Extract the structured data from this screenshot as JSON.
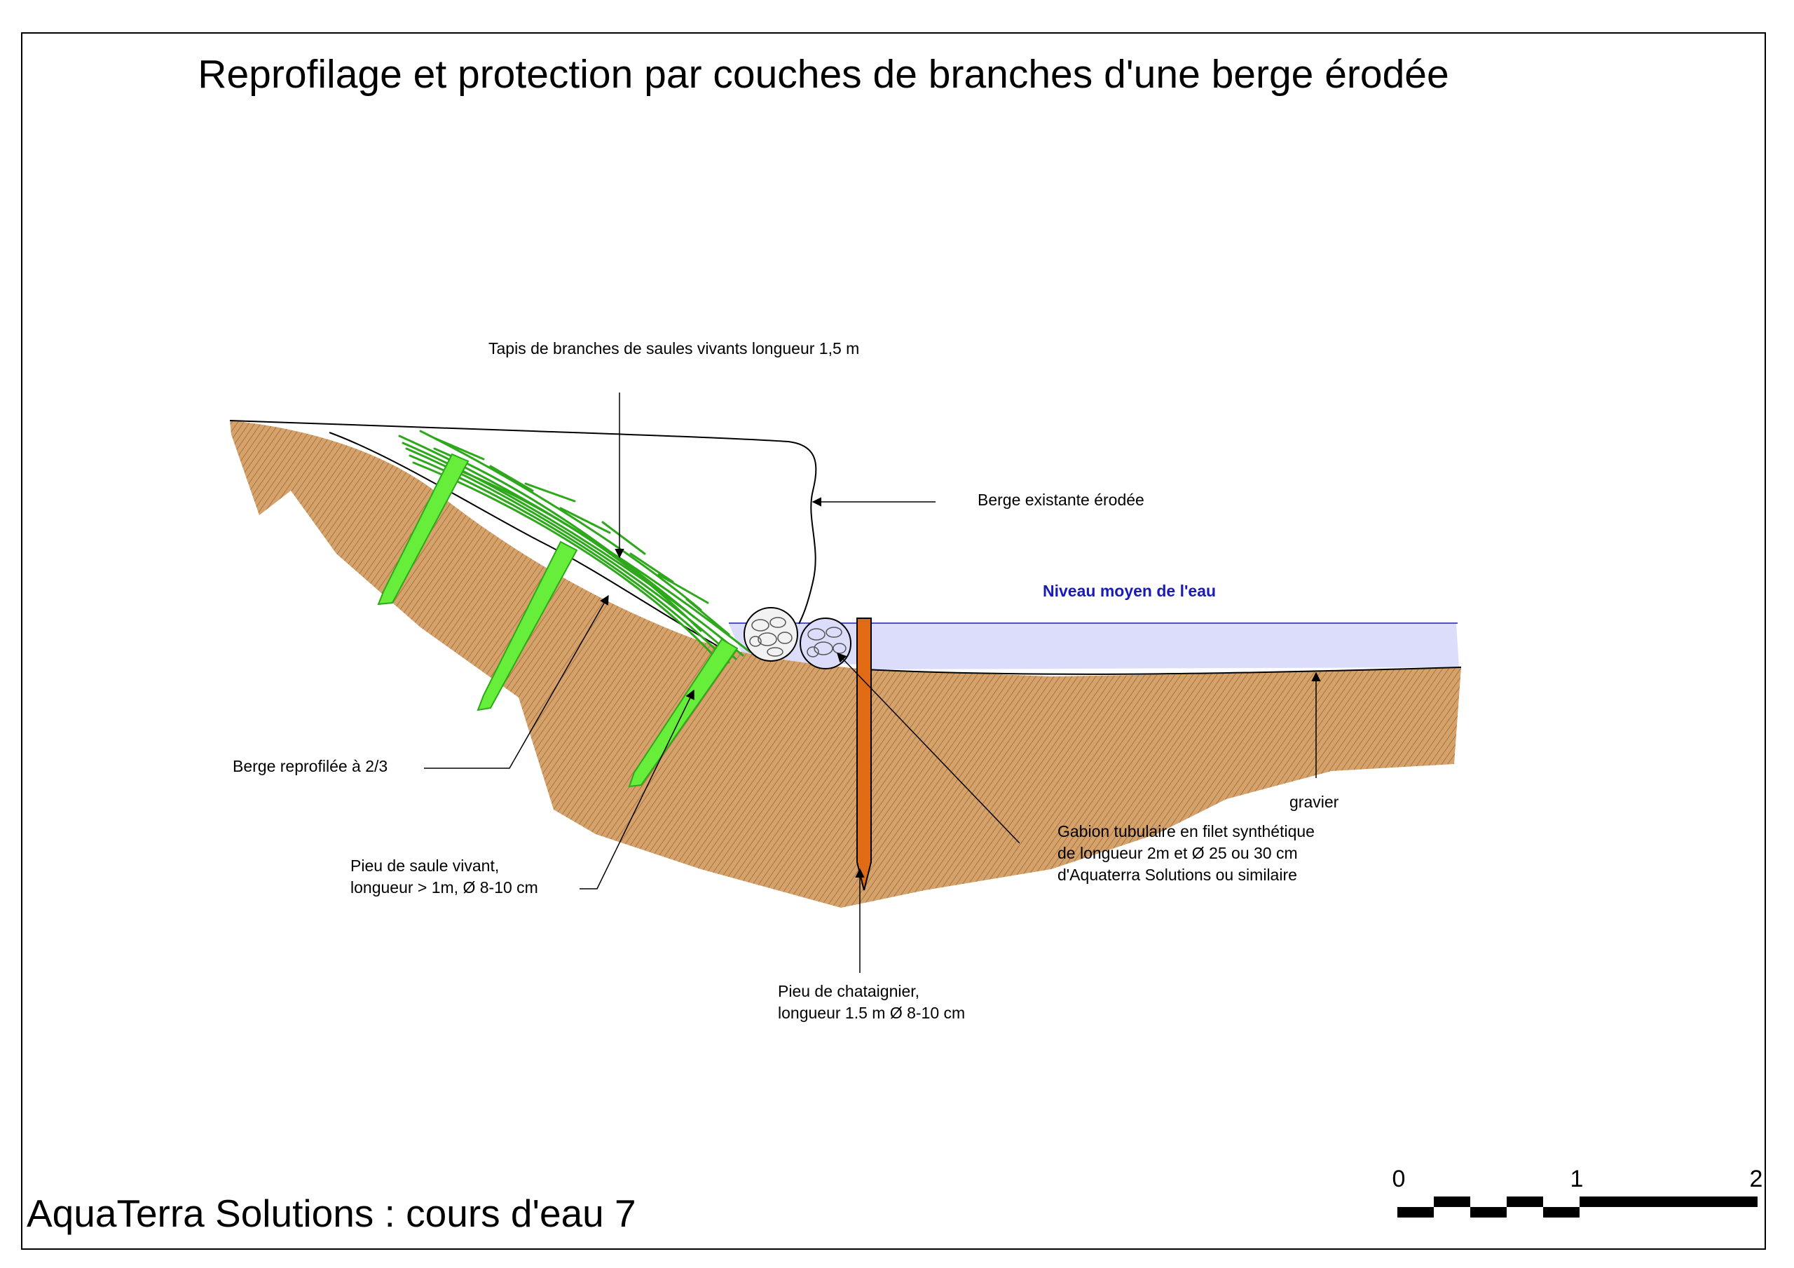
{
  "title": "Reprofilage et protection par couches de branches d'une berge érodée",
  "footer": "AquaTerra Solutions : cours d'eau 7",
  "labels": {
    "tapis": "Tapis de branches de saules vivants longueur 1,5 m",
    "berge_existante": "Berge existante érodée",
    "niveau_eau": "Niveau moyen de l'eau",
    "berge_reprofilee": "Berge reprofilée à 2/3",
    "pieu_saule": [
      "Pieu de saule vivant,",
      "longueur > 1m, Ø 8-10 cm"
    ],
    "gravier": "gravier",
    "gabion": [
      "Gabion tubulaire en filet synthétique",
      "de longueur 2m et Ø 25 ou 30 cm",
      "d'Aquaterra Solutions ou similaire"
    ],
    "pieu_chataignier": [
      "Pieu de chataignier,",
      "longueur 1.5 m Ø 8-10 cm"
    ]
  },
  "scale": {
    "ticks": [
      "0",
      "1",
      "2"
    ]
  },
  "colors": {
    "soil": "#d4a26a",
    "soil_hatch": "#a9743f",
    "willow": "#66ee3a",
    "willow_dark": "#2ea81b",
    "water": "#dcdcfb",
    "water_line": "#5050c8",
    "water_label": "#1a1ab8",
    "stake": "#e06b14"
  }
}
